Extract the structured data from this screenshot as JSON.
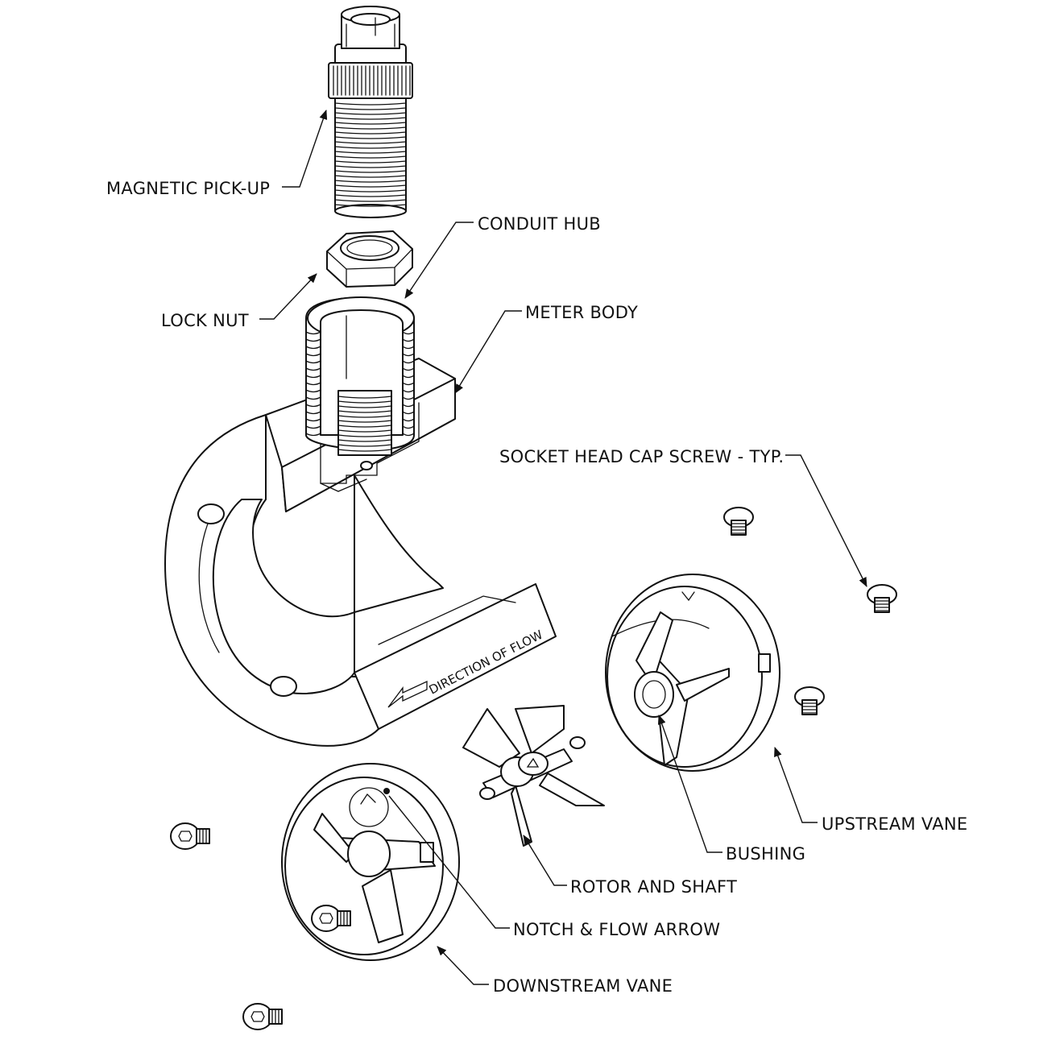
{
  "labels": {
    "magnetic_pickup": "MAGNETIC PICK-UP",
    "conduit_hub": "CONDUIT HUB",
    "lock_nut": "LOCK NUT",
    "meter_body": "METER BODY",
    "socket_head_cap_screw": "SOCKET HEAD CAP SCREW - TYP.",
    "upstream_vane": "UPSTREAM VANE",
    "bushing": "BUSHING",
    "rotor_and_shaft": "ROTOR AND SHAFT",
    "notch_flow_arrow": "NOTCH & FLOW ARROW",
    "downstream_vane": "DOWNSTREAM VANE"
  },
  "body_marking": "DIRECTION OF FLOW",
  "colors": {
    "line": "#111111",
    "background": "#ffffff"
  }
}
